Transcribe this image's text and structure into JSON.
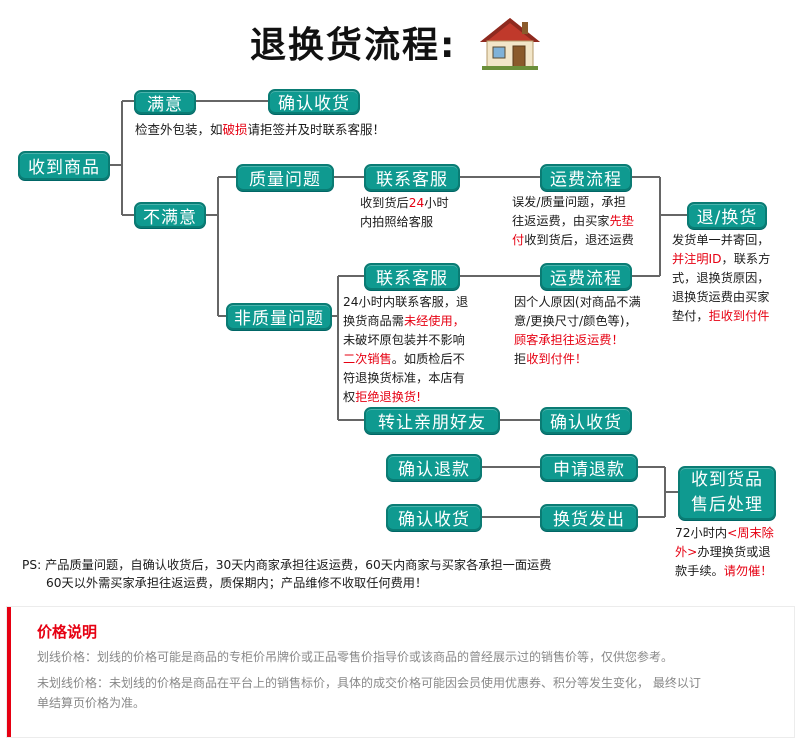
{
  "header": {
    "title": "退换货流程:"
  },
  "flow": {
    "receive": "收到商品",
    "satisfied": "满意",
    "confirm_receipt_1": "确认收货",
    "satisfied_note_a": "检查外包装，如",
    "satisfied_note_b": "破损",
    "satisfied_note_c": "请拒签并及时联系客服！",
    "unsatisfied": "不满意",
    "quality_issue": "质量问题",
    "contact_cs_1": "联系客服",
    "contact_note_1a": "收到货后",
    "contact_note_1b": "24",
    "contact_note_1c": "小时",
    "contact_note_1d": "内拍照给客服",
    "freight_1": "运费流程",
    "freight_note_1a": "误发/质量问题，承担",
    "freight_note_1b": "往返运费，由买家",
    "freight_note_1c": "先垫",
    "freight_note_1d": "付",
    "freight_note_1e": "收到货后，退还运费",
    "return_exchange": "退/换货",
    "return_note_1": "发货单一并寄回，",
    "return_note_2a": "并注明ID",
    "return_note_2b": "，联系方",
    "return_note_3": "式，退换货原因，",
    "return_note_4": "退换货运费由买家",
    "return_note_5a": "垫付，",
    "return_note_5b": "拒收到付件",
    "non_quality": "非质量问题",
    "contact_cs_2": "联系客服",
    "contact_note_2_1": "24小时内联系客服，退",
    "contact_note_2_2a": "换货商品需",
    "contact_note_2_2b": "未经使用，",
    "contact_note_2_3": "未破坏原包装并不影响",
    "contact_note_2_4a": "二次销售",
    "contact_note_2_4b": "。如质检后不",
    "contact_note_2_5": "符退换货标准，本店有",
    "contact_note_2_6a": "权",
    "contact_note_2_6b": "拒绝退换货!",
    "freight_2": "运费流程",
    "freight_note_2_1": "因个人原因(对商品不满",
    "freight_note_2_2": "意/更换尺寸/颜色等)，",
    "freight_note_2_3": "顾客承担往返运费！",
    "freight_note_2_4a": "拒",
    "freight_note_2_4b": "收到付件！",
    "gift": "转让亲朋好友",
    "confirm_receipt_2": "确认收货",
    "confirm_refund": "确认退款",
    "apply_refund": "申请退款",
    "confirm_receipt_3": "确认收货",
    "exchange_ship": "换货发出",
    "after_sale_1": "收到货品",
    "after_sale_2": "售后处理",
    "after_note_1a": "72小时内",
    "after_note_1b": "<周末除",
    "after_note_2a": "外>",
    "after_note_2b": "办理换货或退",
    "after_note_3a": "款手续。",
    "after_note_3b": "请勿催！"
  },
  "ps": {
    "line1": "PS: 产品质量问题，自确认收货后，30天内商家承担往返运费，60天内商家与买家各承担一面运费",
    "line2": "60天以外需买家承担往返运费，质保期内；产品维修不收取任何费用！"
  },
  "price": {
    "title": "价格说明",
    "line1": "划线价格：划线的价格可能是商品的专柜价吊牌价或正品零售价指导价或该商品的曾经展示过的销售价等，仅供您参考。",
    "line2": "未划线价格：未划线的价格是商品在平台上的销售标价，具体的成交价格可能因会员使用优惠券、积分等发生变化，  最终以订",
    "line3": "单结算页价格为准。"
  },
  "colors": {
    "pill": "#0f9a90",
    "line": "#666666",
    "red": "#e60012"
  }
}
